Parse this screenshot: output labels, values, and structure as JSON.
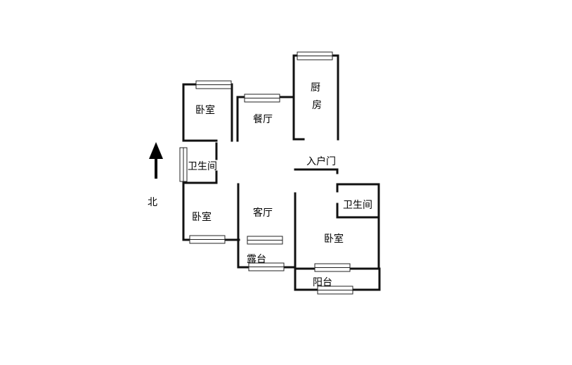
{
  "rooms": {
    "bedroom_nw": "卧室",
    "dining": "餐厅",
    "kitchen_1": "厨",
    "kitchen_2": "房",
    "bathroom_w": "卫生间",
    "entrance": "入户门",
    "bathroom_e": "卫生间",
    "bedroom_sw": "卧室",
    "living": "客厅",
    "bedroom_se": "卧室",
    "terrace": "露台",
    "balcony": "阳台"
  },
  "compass": {
    "north_label": "北",
    "arrow": "north-arrow-icon"
  },
  "colors": {
    "wall": "#111111",
    "window": "#222222",
    "background": "#ffffff"
  }
}
